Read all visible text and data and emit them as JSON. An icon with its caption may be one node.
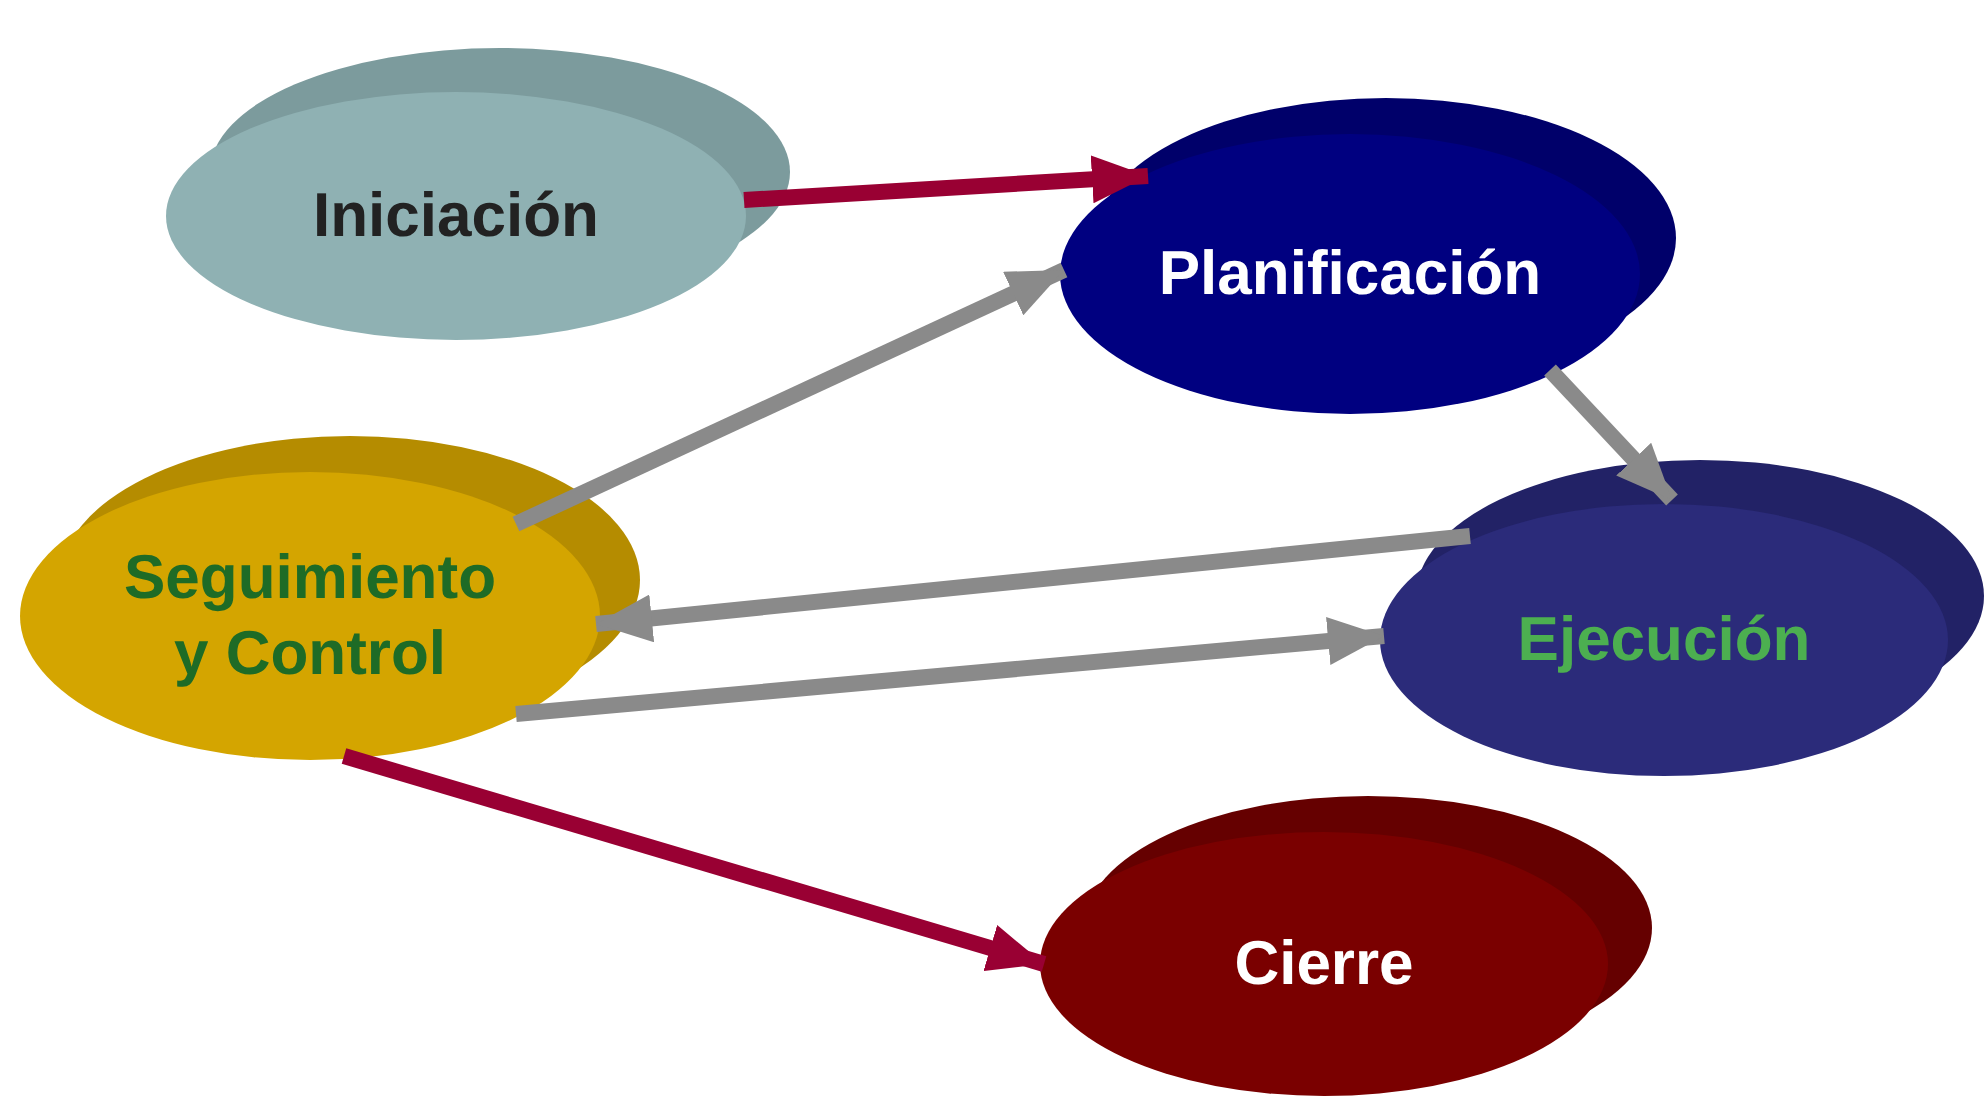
{
  "diagram": {
    "nodes": [
      {
        "text": [
          "Iniciación"
        ]
      },
      {
        "text": [
          "Planificación"
        ]
      },
      {
        "text": [
          "Seguimiento y Control"
        ]
      },
      {
        "text": [
          "Ejecución"
        ]
      },
      {
        "text": [
          "Cierre"
        ]
      }
    ],
    "edges": [
      {
        "from": 0,
        "to": 1,
        "arrow": "to",
        "color": "#990033"
      },
      {
        "from": 2,
        "to": 1,
        "arrow": "to"
      },
      {
        "from": 1,
        "to": 3,
        "arrow": "to"
      },
      {
        "from": 3,
        "to": 2,
        "arrow": "to"
      },
      {
        "from": 2,
        "to": 3,
        "arrow": "to"
      },
      {
        "from": 2,
        "to": 4,
        "arrow": "to",
        "color": "#990033"
      }
    ]
  }
}
